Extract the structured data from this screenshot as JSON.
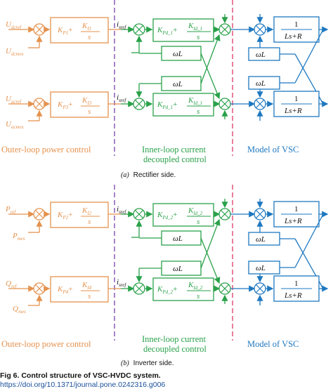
{
  "colors": {
    "outer": "#e5924e",
    "inner": "#2aa14a",
    "vsc": "#1e78c0",
    "divider_outer": "#8a5bb0",
    "divider_vsc": "#e0527a",
    "text": "#111111"
  },
  "rectifier": {
    "input1_ref": "U",
    "input1_ref_sub": "dcref",
    "input1_mes": "U",
    "input1_mes_sub": "dcmes",
    "input2_ref": "U",
    "input2_ref_sub": "acref",
    "input2_mes": "U",
    "input2_mes_sub": "acmes",
    "pi1_k": "K",
    "pi1_k_sub": "P1",
    "pi1_ki": "K",
    "pi1_ki_sub": "I1",
    "pi2_k": "K",
    "pi2_k_sub": "P3",
    "pi2_ki": "K",
    "pi2_ki_sub": "I3",
    "inner_k": "K",
    "inner1_k_sub": "Pd_1",
    "inner1_ki_sub": "Id_1",
    "inner2_k_sub": "Pd_1",
    "inner2_ki_sub": "Id_1",
    "omegaL": "ωL",
    "vsc_num": "1",
    "vsc_den": "Ls+R",
    "sref_d": "i",
    "sref_d_sub": "sref",
    "sref_d_sup": "d",
    "sref_q": "i",
    "sref_q_sub": "sref",
    "sref_q_sup": "q",
    "label_outer": "Outer-loop power control",
    "label_inner_1": "Inner-loop current",
    "label_inner_2": "decoupled control",
    "label_vsc": "Model of VSC",
    "caption_tag": "(a)",
    "caption": "Rectifier side."
  },
  "inverter": {
    "input1_ref": "P",
    "input1_ref_sub": "ref",
    "input1_mes": "P",
    "input1_mes_sub": "mes",
    "input2_ref": "Q",
    "input2_ref_sub": "ref",
    "input2_mes": "Q",
    "input2_mes_sub": "mes",
    "pi1_k": "K",
    "pi1_k_sub": "P2",
    "pi1_ki": "K",
    "pi1_ki_sub": "I2",
    "pi2_k": "K",
    "pi2_k_sub": "P4",
    "pi2_ki": "K",
    "pi2_ki_sub": "I4",
    "inner1_k_sub": "Pd_2",
    "inner1_ki_sub": "Id_2",
    "inner2_k_sub": "Pd_2",
    "inner2_ki_sub": "Id_2",
    "label_outer": "Outer-loop power control",
    "label_inner_1": "Inner-loop current",
    "label_inner_2": "decoupled control",
    "label_vsc": "Model of VSC",
    "caption_tag": "(b)",
    "caption": "Inverter side."
  },
  "figure_caption": "Fig 6. Control structure of VSC-HVDC system.",
  "doi": "https://doi.org/10.1371/journal.pone.0242316.g006"
}
